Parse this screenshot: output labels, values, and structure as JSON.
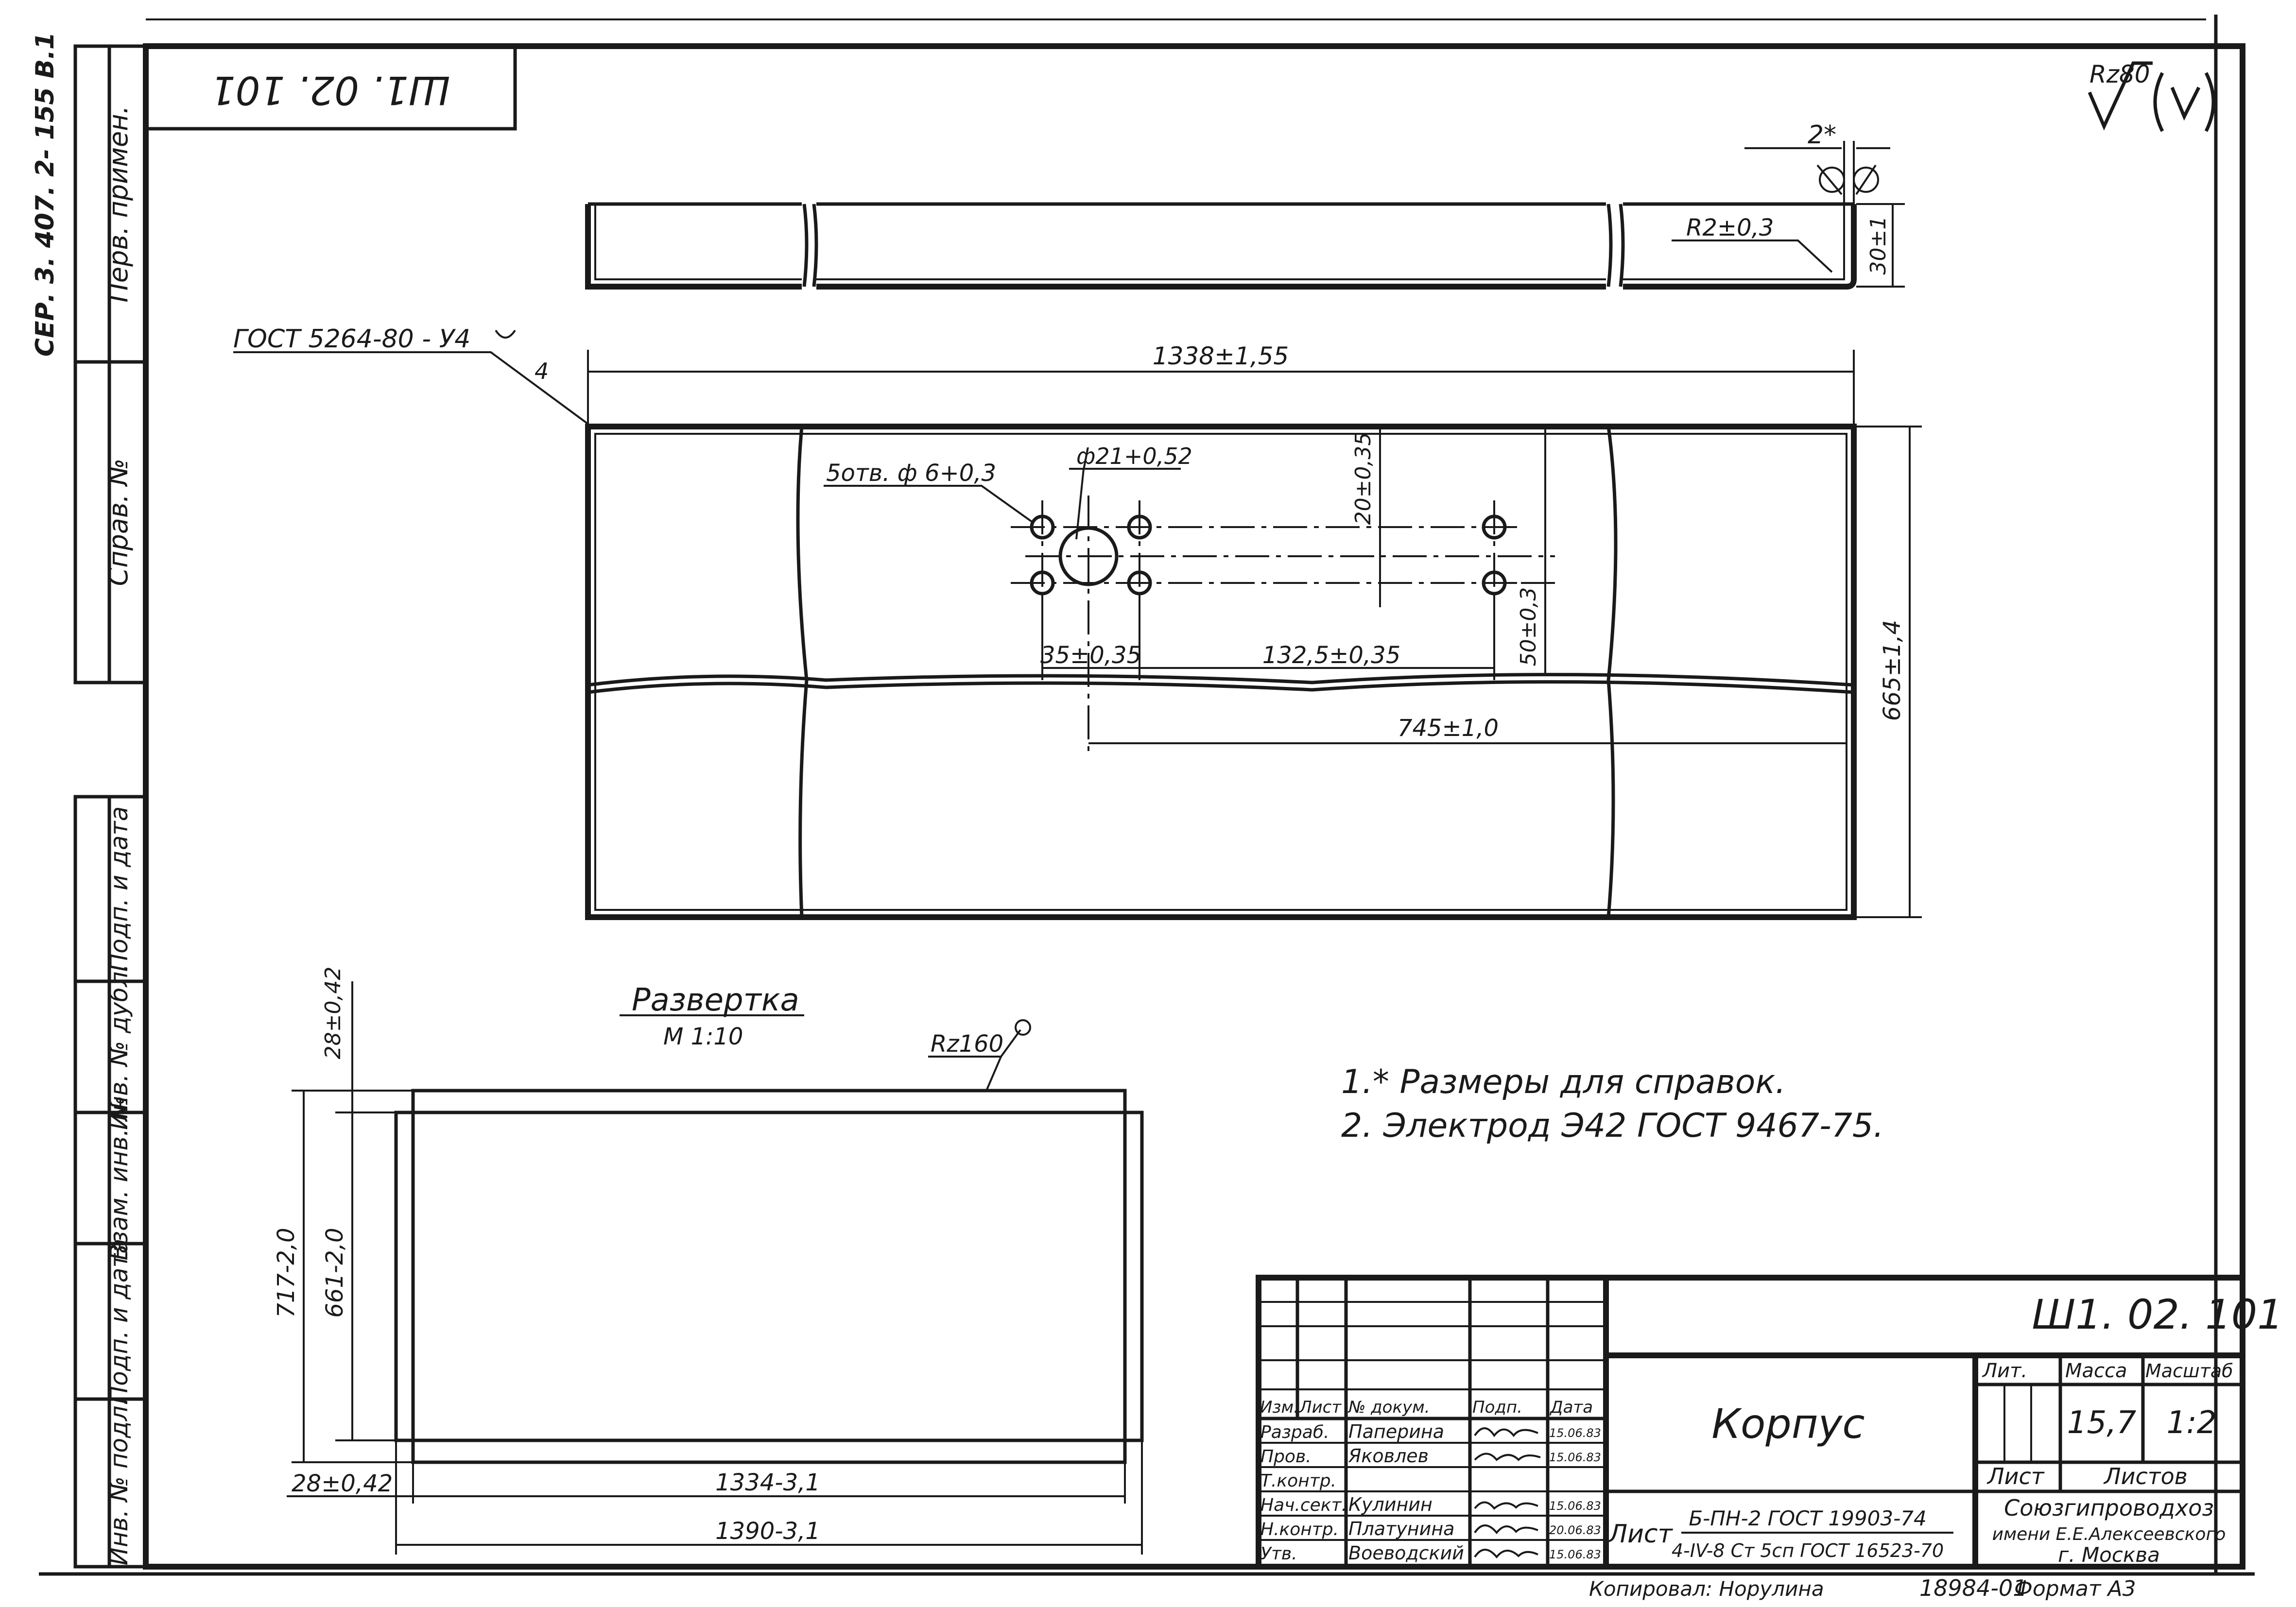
{
  "drawing_number": "Ш1. 02. 101",
  "drawing_number_rotated": "Ш1. 02. 101",
  "series_label": "СЕР. 3. 407. 2- 155 В.1",
  "left_strip": {
    "first_use": "Перв. примен.",
    "reference_no": "Справ. №",
    "sign_date": "Подп. и дата",
    "inv_dup": "Инв. № дубл.",
    "replace_inv": "Взам. инв. №",
    "sign_date_2": "Подп. и дата",
    "inv_orig": "Инв. № подл."
  },
  "surface_roughness": "Rz80",
  "roughness_development": "Rz160",
  "weld_spec": "ГОСТ 5264-80 - У4",
  "weld_leader_number": "4",
  "dimensions": {
    "angle": "2*",
    "bend_radius": "R2±0,3",
    "height": "30±1",
    "length": "1338±1,55",
    "width": "665±1,4",
    "holes": "5отв. ф 6+0,3",
    "large_hole": "ф21+0,52",
    "vertical_spacing": "20±0,35",
    "hole_spacing_vertical": "50±0,3",
    "left_offset": "35±0,35",
    "hole_spacing": "132,5±0,35",
    "center_offset": "745±1,0",
    "dev_top_margin": "28±0,42",
    "dev_bottom_margin": "28±0,42",
    "dev_outer_height": "717-2,0",
    "dev_inner_height": "661-2,0",
    "dev_inner_length": "1334-3,1",
    "dev_outer_length": "1390-3,1"
  },
  "development": {
    "title": "Развертка",
    "scale": "М 1:10"
  },
  "notes": [
    "1.* Размеры для справок.",
    "2. Электрод Э42 ГОСТ 9467-75."
  ],
  "title_block": {
    "headers": [
      "Изм.",
      "Лист",
      "№ докум.",
      "Подп.",
      "Дата"
    ],
    "rows": [
      {
        "role": "Разраб.",
        "name": "Паперина",
        "date": "15.06.83"
      },
      {
        "role": "Пров.",
        "name": "Яковлев",
        "date": "15.06.83"
      },
      {
        "role": "Т.контр.",
        "name": "",
        "date": ""
      },
      {
        "role": "Нач.сект.",
        "name": "Кулинин",
        "date": "15.06.83"
      },
      {
        "role": "Н.контр.",
        "name": "Платунина",
        "date": "20.06.83"
      },
      {
        "role": "Утв.",
        "name": "Воеводский",
        "date": "15.06.83"
      }
    ],
    "part_name": "Корпус",
    "material_prefix": "Лист",
    "material_line1": "Б-ПН-2 ГОСТ 19903-74",
    "material_line2": "4-IV-8 Ст 5сп ГОСТ 16523-70",
    "lit_label": "Лит.",
    "mass_label": "Масса",
    "scale_label": "Масштаб",
    "mass_value": "15,7",
    "scale_value": "1:2",
    "sheet_label": "Лист",
    "sheets_label": "Листов",
    "org_line1": "Союзгипроводхоз",
    "org_line2": "имени Е.Е.Алексеевского",
    "org_line3": "г. Москва"
  },
  "footer": {
    "copied": "Копировал: Норулина",
    "order_no": "18984-01",
    "format": "Формат А3"
  }
}
